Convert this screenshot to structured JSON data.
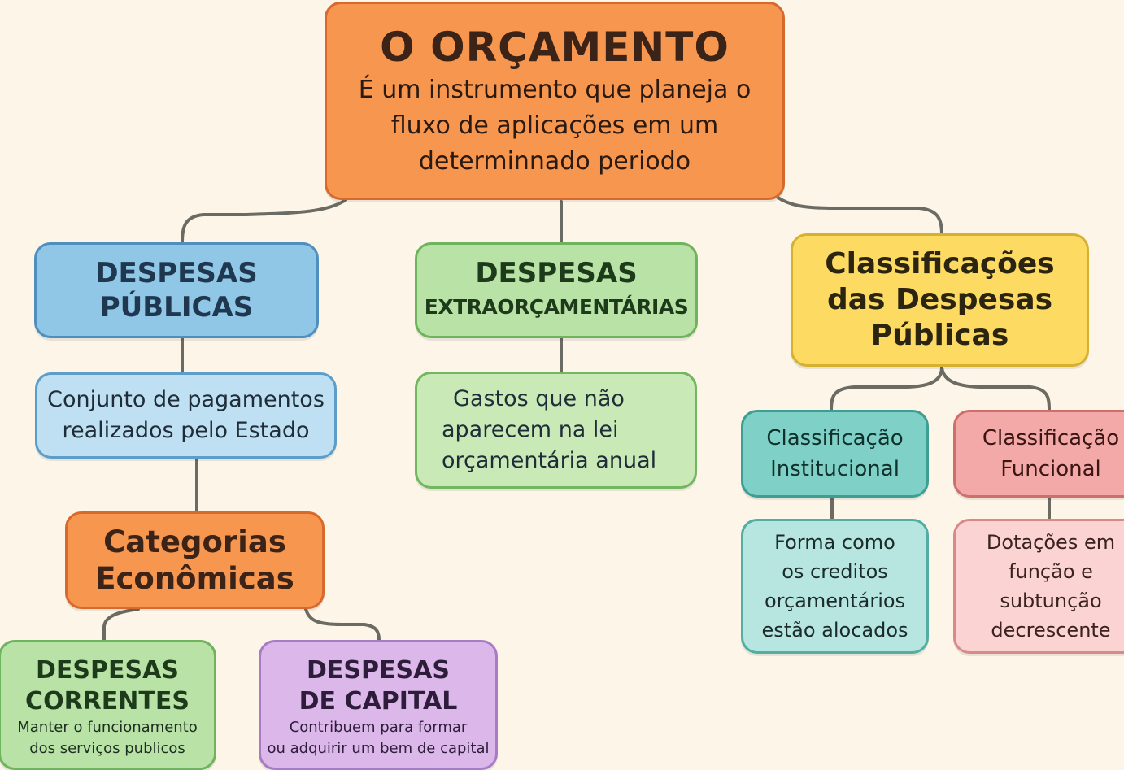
{
  "root": {
    "title": "O ORÇAMENTO",
    "description_lines": [
      "É um instrumento que planeja o",
      "fluxo de aplicações em um",
      "determinnado periodo"
    ]
  },
  "despesas_publicas": {
    "title_lines": [
      "DESPESAS",
      "PÚBLICAS"
    ],
    "description_lines": [
      "Conjunto de pagamentos",
      "realizados pelo Estado"
    ]
  },
  "despesas_extraorcamentarias": {
    "title_lines": [
      "DESPESAS",
      "EXTRAORÇAMENTÁRIAS"
    ],
    "description_lines": [
      "Gastos que não",
      "aparecem na lei",
      "orçamentária anual"
    ]
  },
  "classificacoes": {
    "title_lines": [
      "Classificações",
      "das Despesas",
      "Públicas"
    ]
  },
  "classificacao_institucional": {
    "title_lines": [
      "Classificação",
      "Institucional"
    ],
    "description_lines": [
      "Forma como",
      "os creditos",
      "orçamentários",
      "estão alocados"
    ]
  },
  "classificacao_funcional": {
    "title_lines": [
      "Classificação",
      "Funcional"
    ],
    "description_lines": [
      "Dotações em",
      "função e",
      "subtunção",
      "decrescente"
    ]
  },
  "categorias_economicas": {
    "title_lines": [
      "Categorias",
      "Econômicas"
    ]
  },
  "despesas_correntes": {
    "title_lines": [
      "DESPESAS",
      "CORRENTES"
    ],
    "description_lines": [
      "Manter o funcionamento",
      "dos serviços publicos"
    ]
  },
  "despesas_capital": {
    "title_lines": [
      "DESPESAS",
      "DE CAPITAL"
    ],
    "description_lines": [
      "Contribuem para formar",
      "ou adquirir um bem de capital"
    ]
  },
  "colors": {
    "background": "#fcf5e8",
    "connector": "#6b6b63",
    "orange": "#f7974f",
    "blue": "#90c6e6",
    "green": "#b9e3a6",
    "yellow": "#fddb63",
    "teal": "#7fd1c7",
    "pink": "#f3a9a7",
    "purple": "#dcb7ea"
  }
}
